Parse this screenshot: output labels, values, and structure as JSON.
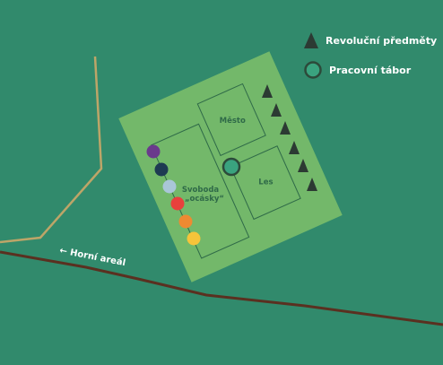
{
  "legend": {
    "items": [
      {
        "label": "Revoluční předměty",
        "icon": "triangle-icon",
        "color": "#2c3a33"
      },
      {
        "label": "Pracovní tábor",
        "icon": "circle-marker-icon",
        "color": "#3aa37f"
      }
    ]
  },
  "zones": {
    "mesto": "Město",
    "les": "Les",
    "svoboda_line1": "Svoboda",
    "svoboda_line2": "„ocásky“"
  },
  "road": {
    "label": "← Horní areál"
  },
  "colors": {
    "background": "#318a6c",
    "camp_fill": "#73b86a",
    "zone_stroke": "#2f6a48",
    "road": "#5a3020",
    "path": "#bda568",
    "triangle": "#2c3a33",
    "marker": "#3aa37f"
  },
  "dots": {
    "colors": [
      "#6a3a8c",
      "#1e3a52",
      "#a9c6d8",
      "#e8403c",
      "#ee8a32",
      "#f6c43a"
    ]
  }
}
